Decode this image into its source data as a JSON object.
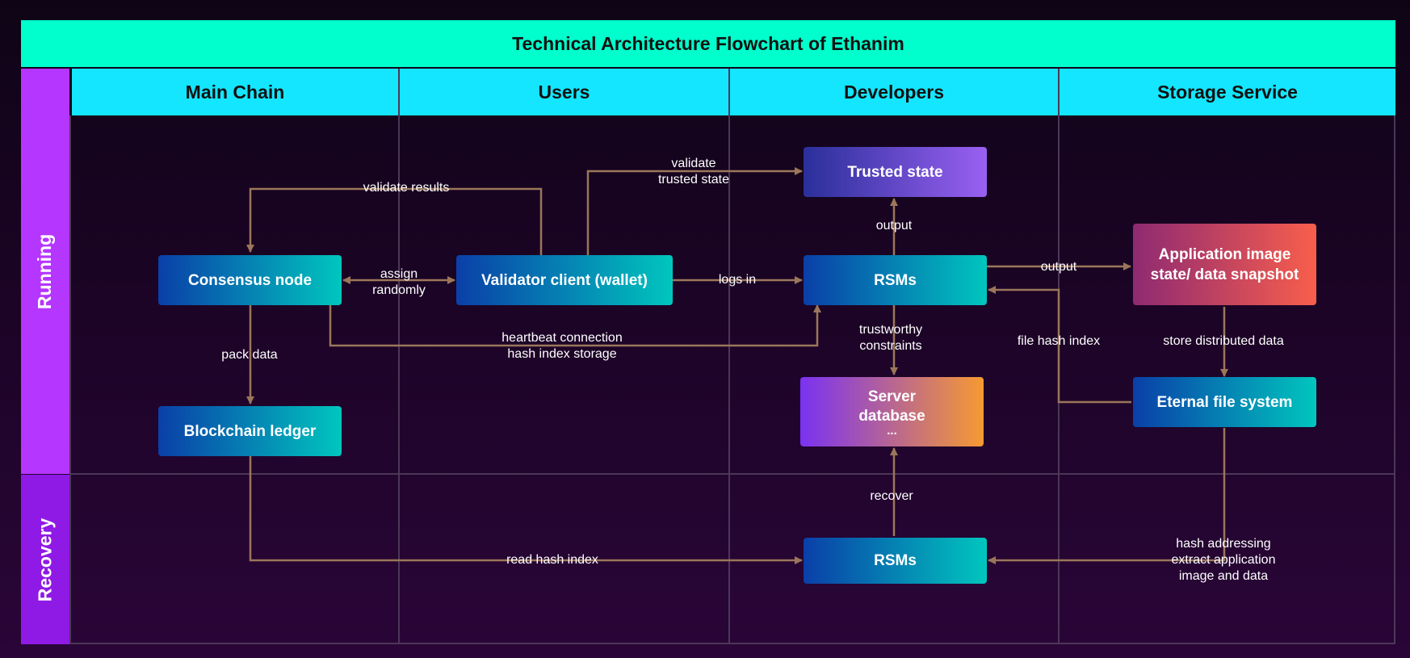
{
  "title": "Technical Architecture Flowchart of Ethanim",
  "columns": [
    "Main Chain",
    "Users",
    "Developers",
    "Storage Service"
  ],
  "rows": [
    "Running",
    "Recovery"
  ],
  "nodes": {
    "consensus_node": "Consensus node",
    "blockchain_ledger": "Blockchain ledger",
    "validator_client": "Validator client (wallet)",
    "trusted_state": "Trusted state",
    "rsms_running": "RSMs",
    "server_database": [
      "Server",
      "database",
      "..."
    ],
    "app_image": [
      "Application image",
      "state/ data snapshot"
    ],
    "eternal_fs": "Eternal file system",
    "rsms_recovery": "RSMs"
  },
  "edges": {
    "validate_results": "validate results",
    "assign_randomly": [
      "assign",
      "randomly"
    ],
    "validate_trusted_state": [
      "validate",
      "trusted state"
    ],
    "logs_in": "logs in",
    "heartbeat": [
      "heartbeat connection",
      "hash index storage"
    ],
    "pack_data": "pack data",
    "output_up": "output",
    "output_right": "output",
    "trustworthy_constraints": [
      "trustworthy",
      "constraints"
    ],
    "file_hash_index": "file hash index",
    "store_distributed": "store distributed data",
    "recover": "recover",
    "read_hash_index": "read hash index",
    "hash_addressing": [
      "hash addressing",
      "extract application",
      "image and data"
    ]
  },
  "colors": {
    "title_bg": "#00ffcc",
    "header_bg": "#14e6ff",
    "row_running": "#b536ff",
    "row_recovery": "#8f1ae6",
    "arrow": "#9b765a"
  }
}
